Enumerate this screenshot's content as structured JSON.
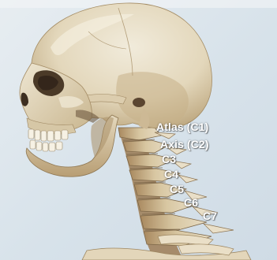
{
  "scene": {
    "colors": {
      "sky": "#d6e3ec",
      "sky_light": "#e9eff3",
      "bone": "#e6dcc3",
      "bone_shadow": "#b9a57e",
      "bone_dark": "#7d6748",
      "label_text": "#ffffff"
    }
  },
  "labels": {
    "atlas": "Atlas (C1)",
    "axis": "Axis (C2)",
    "c3": "C3",
    "c4": "C4",
    "c5": "C5",
    "c6": "C6",
    "c7": "C7"
  }
}
